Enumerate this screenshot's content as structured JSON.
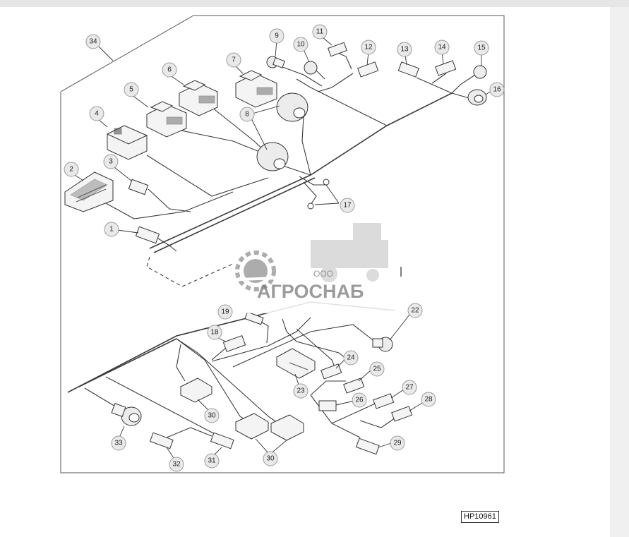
{
  "figure_id": "HP10961",
  "watermark": {
    "company_prefix": "ООО",
    "company_name": "АГРОСНАБ"
  },
  "callouts": [
    "34",
    "9",
    "10",
    "11",
    "12",
    "13",
    "14",
    "15",
    "16",
    "7",
    "6",
    "5",
    "8",
    "4",
    "2",
    "3",
    "17",
    "1",
    "19",
    "22",
    "18",
    "24",
    "25",
    "23",
    "26",
    "27",
    "28",
    "30",
    "33",
    "32",
    "31",
    "29"
  ],
  "colors": {
    "line": "#3a3a3a",
    "callout_fill": "#e9e9e9",
    "watermark": "#7a7a7a"
  }
}
